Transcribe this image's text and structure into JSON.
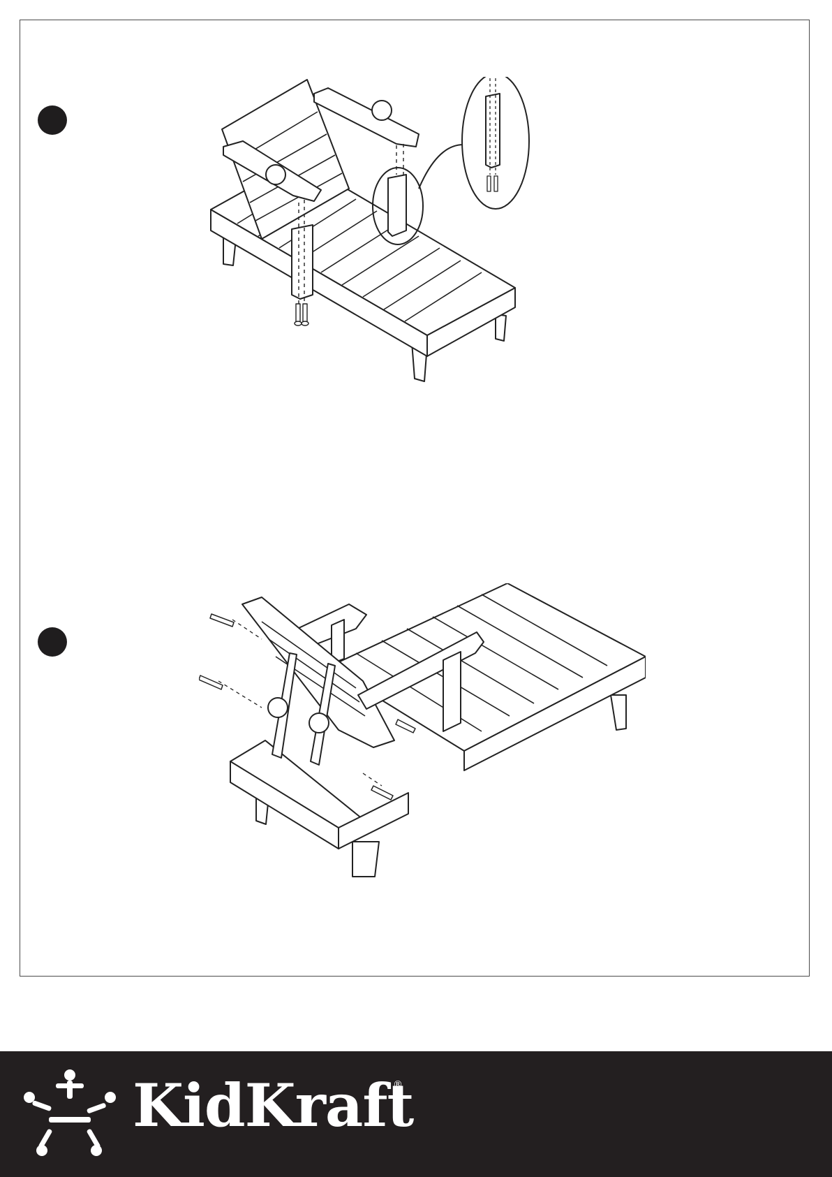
{
  "page": {
    "background": "#ffffff",
    "frame_color": "#4a4a4a"
  },
  "steps": [
    {
      "id": "step-1",
      "marker_color": "#1f1d1e",
      "illustration": "attach-armrests-with-screws"
    },
    {
      "id": "step-2",
      "marker_color": "#1f1d1e",
      "illustration": "attach-backrest-with-screws"
    }
  ],
  "footer": {
    "background": "#231f20",
    "brand_name": "KidKraft",
    "registered_mark": "®",
    "logo_icon": "kidkraft-children-circle-icon"
  }
}
